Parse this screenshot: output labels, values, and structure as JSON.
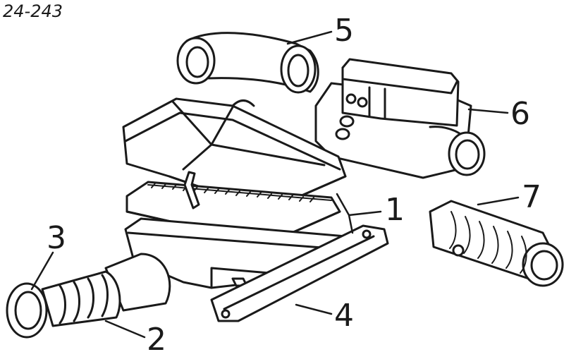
{
  "figure": {
    "reference": "24-243"
  },
  "callouts": [
    {
      "id": "1",
      "label": "1"
    },
    {
      "id": "2",
      "label": "2"
    },
    {
      "id": "3",
      "label": "3"
    },
    {
      "id": "4",
      "label": "4"
    },
    {
      "id": "5",
      "label": "5"
    },
    {
      "id": "6",
      "label": "6"
    },
    {
      "id": "7",
      "label": "7"
    }
  ],
  "colors": {
    "ink": "#1a1a1a",
    "paper": "#ffffff"
  }
}
